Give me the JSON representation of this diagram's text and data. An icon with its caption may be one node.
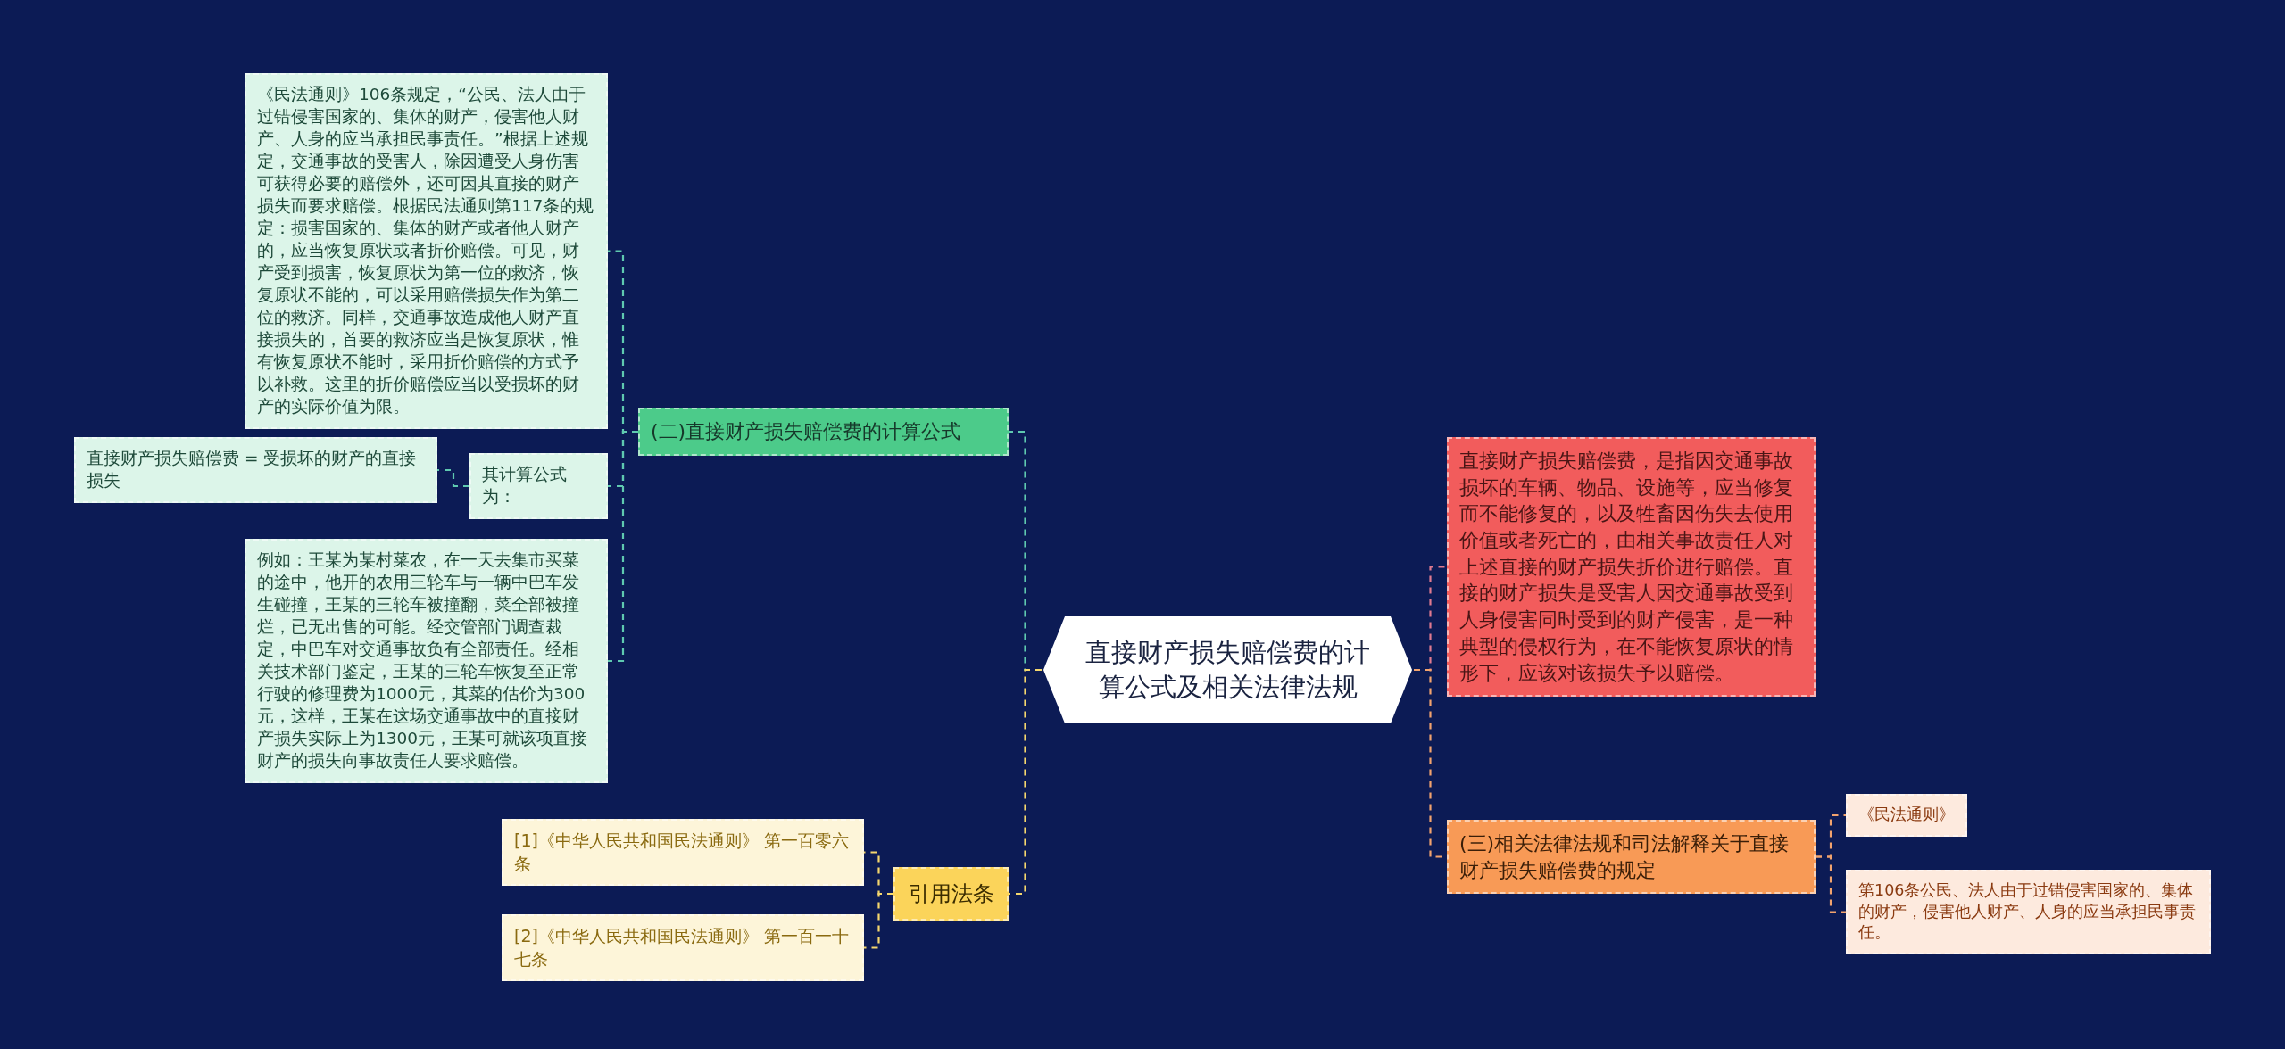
{
  "diagram": {
    "nodes": [
      {
        "text": [
          "直接财产损失赔偿费的计算公式及相关法律法规"
        ]
      },
      {
        "text": [
          "(二)直接财产损失赔偿费的计算公式"
        ]
      },
      {
        "text": [
          "《民法通则》106条规定，“公民、法人由于过错侵害国家的、集体的财产，侵害他人财产、人身的应当承担民事责任。”根据上述规定，交通事故的受害人，除因遭受人身伤害可获得必要的赔偿外，还可因其直接的财产损失而要求赔偿。根据民法通则第117条的规定：损害国家的、集体的财产或者他人财产的，应当恢复原状或者折价赔偿。可见，财产受到损害，恢复原状为第一位的救济，恢复原状不能的，可以采用赔偿损失作为第二位的救济。同样，交通事故造成他人财产直接损失的，首要的救济应当是恢复原状，惟有恢复原状不能时，采用折价赔偿的方式予以补救。这里的折价赔偿应当以受损坏的财产的实际价值为限。"
        ]
      },
      {
        "text": [
          "其计算公式为："
        ]
      },
      {
        "text": [
          "直接财产损失赔偿费 = 受损坏的财产的直接损失"
        ]
      },
      {
        "text": [
          "例如：王某为某村菜农，在一天去集市买菜的途中，他开的农用三轮车与一辆中巴车发生碰撞，王某的三轮车被撞翻，菜全部被撞烂，已无出售的可能。经交管部门调查裁定，中巴车对交通事故负有全部责任。经相关技术部门鉴定，王某的三轮车恢复至正常行驶的修理费为1000元，其菜的估价为300元，这样，王某在这场交通事故中的直接财产损失实际上为1300元，王某可就该项直接财产的损失向事故责任人要求赔偿。"
        ]
      },
      {
        "text": [
          "引用法条"
        ]
      },
      {
        "text": [
          "[1]《中华人民共和国民法通则》 第一百零六条"
        ]
      },
      {
        "text": [
          "[2]《中华人民共和国民法通则》 第一百一十七条"
        ]
      },
      {
        "text": [
          "直接财产损失赔偿费，是指因交通事故损坏的车辆、物品、设施等，应当修复而不能修复的，以及牲畜因伤失去使用价值或者死亡的，由相关事故责任人对上述直接的财产损失折价进行赔偿。直接的财产损失是受害人因交通事故受到人身侵害同时受到的财产侵害，是一种典型的侵权行为，在不能恢复原状的情形下，应该对该损失予以赔偿。"
        ]
      },
      {
        "text": [
          "(三)相关法律法规和司法解释关于直接财产损失赔偿费的规定"
        ]
      },
      {
        "text": [
          "《民法通则》"
        ]
      },
      {
        "text": [
          "第106条公民、法人由于过错侵害国家的、集体的财产，侵害他人财产、人身的应当承担民事责任。"
        ]
      }
    ],
    "edges": [
      {
        "from": 0,
        "to": 1,
        "arrow": "none"
      },
      {
        "from": 1,
        "to": 2,
        "arrow": "none"
      },
      {
        "from": 1,
        "to": 3,
        "arrow": "none"
      },
      {
        "from": 3,
        "to": 4,
        "arrow": "none"
      },
      {
        "from": 1,
        "to": 5,
        "arrow": "none"
      },
      {
        "from": 0,
        "to": 6,
        "arrow": "none",
        "color": "#f5d76e"
      },
      {
        "from": 6,
        "to": 7,
        "arrow": "none",
        "color": "#f5d76e"
      },
      {
        "from": 6,
        "to": 8,
        "arrow": "none",
        "color": "#f5d76e"
      },
      {
        "from": 0,
        "to": 9,
        "arrow": "none",
        "color": "#e07a90"
      },
      {
        "from": 0,
        "to": 10,
        "arrow": "none",
        "color": "#f2a36e"
      },
      {
        "from": 10,
        "to": 11,
        "arrow": "none",
        "color": "#f2a36e"
      },
      {
        "from": 10,
        "to": 12,
        "arrow": "none",
        "color": "#f2a36e"
      }
    ]
  }
}
